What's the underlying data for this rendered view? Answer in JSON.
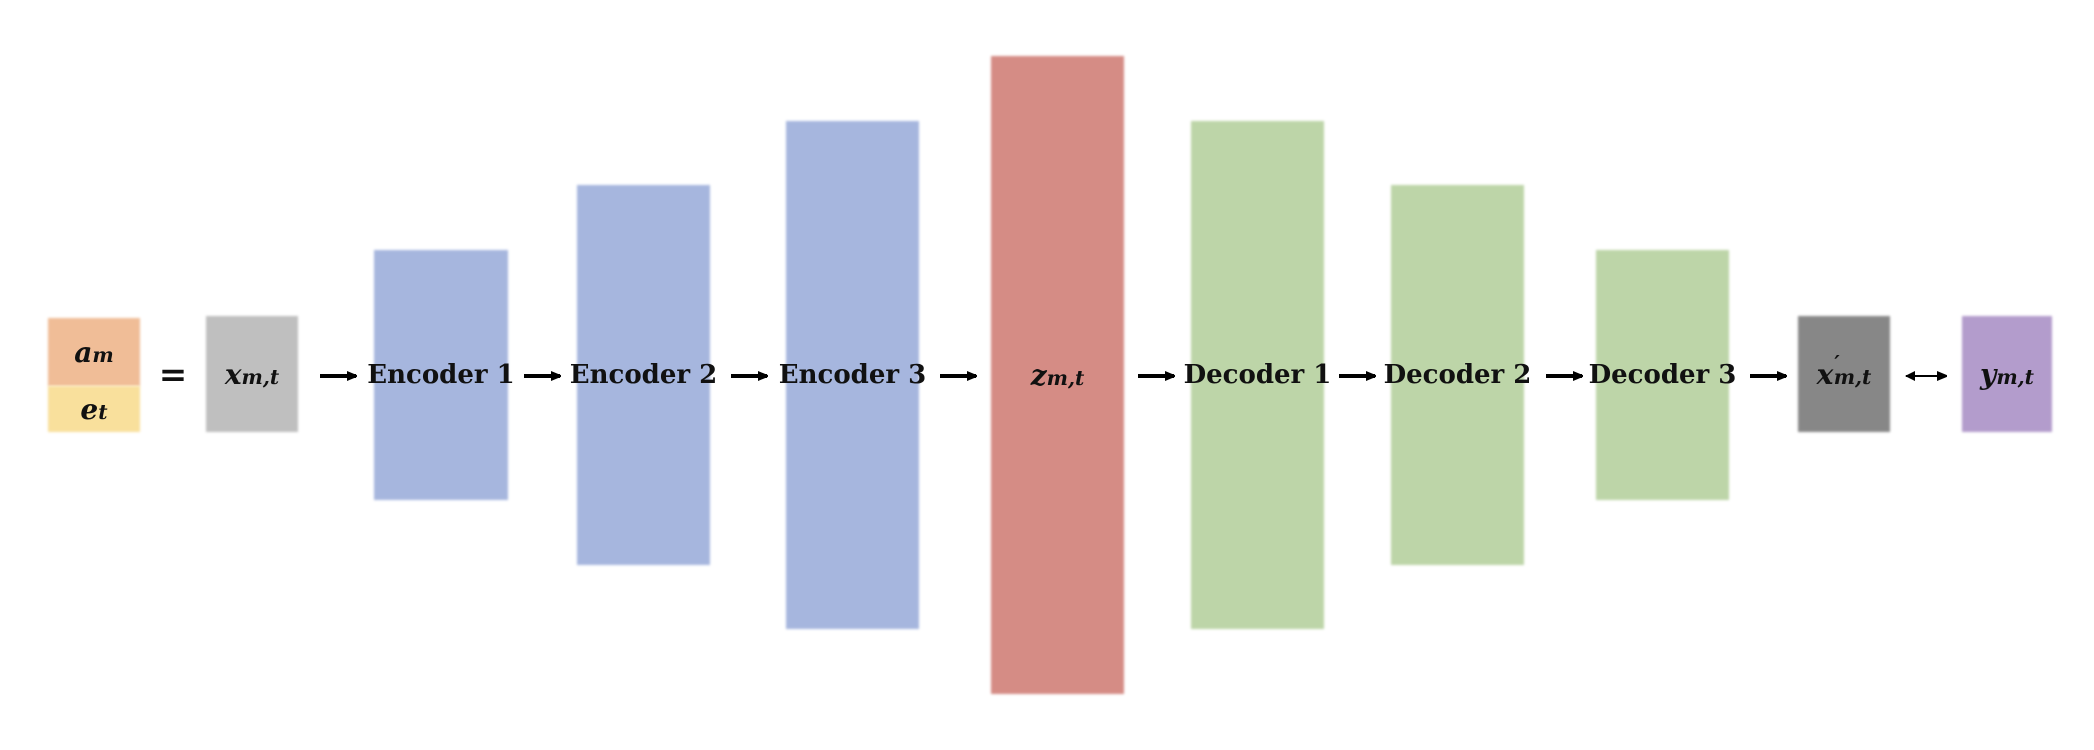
{
  "colors": {
    "input_a": "#f0bd97",
    "input_e": "#f9e09c",
    "x": "#bfbfbf",
    "encoder": "#a6b6de",
    "latent": "#d58c85",
    "decoder": "#bdd5a8",
    "x_prime": "#878787",
    "y": "#b39ccc",
    "arrow": "#000000"
  },
  "input": {
    "a_symbol": "a",
    "a_sub": "m",
    "e_symbol": "e",
    "e_sub": "t"
  },
  "equals": "=",
  "x": {
    "symbol": "x",
    "sub": "m,t"
  },
  "encoders": [
    {
      "label": "Encoder 1"
    },
    {
      "label": "Encoder 2"
    },
    {
      "label": "Encoder 3"
    }
  ],
  "latent": {
    "symbol": "z",
    "sub": "m,t"
  },
  "decoders": [
    {
      "label": "Decoder 1"
    },
    {
      "label": "Decoder 2"
    },
    {
      "label": "Decoder 3"
    }
  ],
  "x_prime": {
    "symbol": "x",
    "prime": "′",
    "sub": "m,t"
  },
  "y": {
    "symbol": "y",
    "sub": "m,t"
  }
}
